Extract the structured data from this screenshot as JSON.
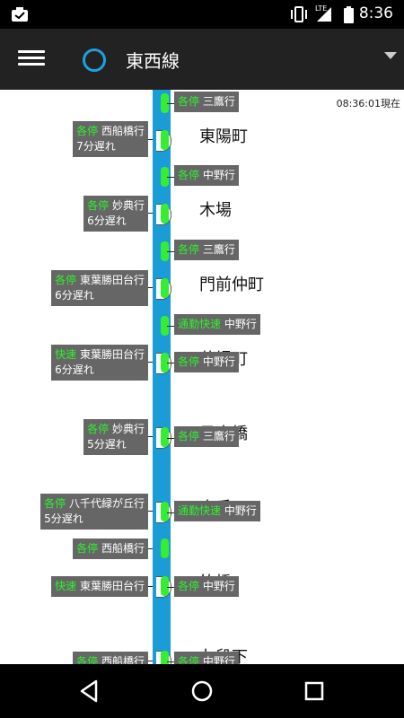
{
  "status_bar": {
    "time": "8:36",
    "network": "LTE"
  },
  "app_bar": {
    "title": "東西線"
  },
  "timestamp": "08:36:01現在",
  "colors": {
    "track": "#1a9cd6",
    "train_type": "#2ef02e",
    "label_bg": "#666666"
  },
  "stations": [
    {
      "name": "東陽町"
    },
    {
      "name": "木場"
    },
    {
      "name": "門前仲町"
    },
    {
      "name": "茅場町"
    },
    {
      "name": "日本橋"
    },
    {
      "name": "大手町"
    },
    {
      "name": "竹橋"
    },
    {
      "name": "九段下"
    }
  ],
  "trains": [
    {
      "type": "各停",
      "dest": "三鷹行",
      "delay": ""
    },
    {
      "type": "各停",
      "dest": "西船橋行",
      "delay": "7分遅れ"
    },
    {
      "type": "各停",
      "dest": "中野行",
      "delay": ""
    },
    {
      "type": "各停",
      "dest": "妙典行",
      "delay": "6分遅れ"
    },
    {
      "type": "各停",
      "dest": "三鷹行",
      "delay": ""
    },
    {
      "type": "各停",
      "dest": "東葉勝田台行",
      "delay": "6分遅れ"
    },
    {
      "type": "通勤快速",
      "dest": "中野行",
      "delay": ""
    },
    {
      "type": "快速",
      "dest": "東葉勝田台行",
      "delay": "6分遅れ"
    },
    {
      "type": "各停",
      "dest": "中野行",
      "delay": ""
    },
    {
      "type": "各停",
      "dest": "妙典行",
      "delay": "5分遅れ"
    },
    {
      "type": "各停",
      "dest": "三鷹行",
      "delay": ""
    },
    {
      "type": "各停",
      "dest": "八千代緑が丘行",
      "delay": "5分遅れ"
    },
    {
      "type": "通勤快速",
      "dest": "中野行",
      "delay": ""
    },
    {
      "type": "各停",
      "dest": "西船橋行",
      "delay": ""
    },
    {
      "type": "快速",
      "dest": "東葉勝田台行",
      "delay": ""
    },
    {
      "type": "各停",
      "dest": "中野行",
      "delay": ""
    },
    {
      "type": "各停",
      "dest": "西船橋行",
      "delay": ""
    },
    {
      "type": "各停",
      "dest": "中野行",
      "delay": ""
    }
  ]
}
